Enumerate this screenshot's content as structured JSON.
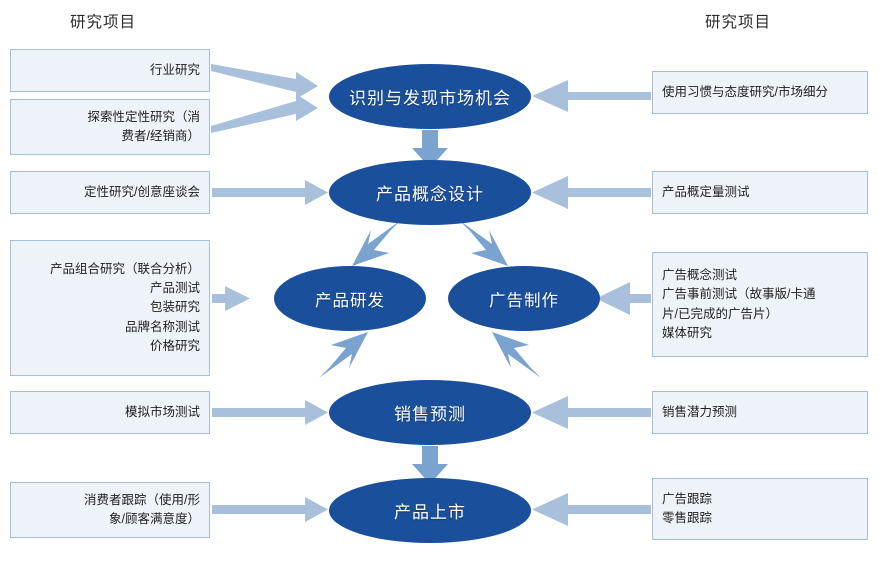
{
  "diagram": {
    "title_left": "研究项目",
    "title_right": "研究项目",
    "colors": {
      "node_fill": "#1a4f9c",
      "node_text": "#ffffff",
      "box_fill": "#eef3fa",
      "box_border": "#a5bfd8",
      "arrow_light": "#a9c0dc",
      "arrow_mid": "#7ba3d0",
      "background": "#ffffff"
    },
    "nodes": [
      {
        "id": "n1",
        "label": "识别与发现市场机会"
      },
      {
        "id": "n2",
        "label": "产品概念设计"
      },
      {
        "id": "n3",
        "label": "产品研发"
      },
      {
        "id": "n4",
        "label": "广告制作"
      },
      {
        "id": "n5",
        "label": "销售预测"
      },
      {
        "id": "n6",
        "label": "产品上市"
      }
    ],
    "left_items": [
      {
        "id": "l1",
        "lines": [
          "行业研究"
        ]
      },
      {
        "id": "l2",
        "lines": [
          "探索性定性研究（消",
          "费者/经销商）"
        ]
      },
      {
        "id": "l3",
        "lines": [
          "定性研究/创意座谈会"
        ]
      },
      {
        "id": "l4",
        "lines": [
          "产品组合研究（联合分析）",
          "产品测试",
          "包装研究",
          "品牌名称测试",
          "价格研究"
        ]
      },
      {
        "id": "l5",
        "lines": [
          "模拟市场测试"
        ]
      },
      {
        "id": "l6",
        "lines": [
          "消费者跟踪（使用/形",
          "象/顾客满意度）"
        ]
      }
    ],
    "right_items": [
      {
        "id": "r1",
        "lines": [
          "使用习惯与态度研究/市场细分"
        ]
      },
      {
        "id": "r2",
        "lines": [
          "产品概定量测试"
        ]
      },
      {
        "id": "r3",
        "lines": [
          "广告概念测试",
          "广告事前测试（故事版/卡通",
          "片/已完成的广告片）",
          "媒体研究"
        ]
      },
      {
        "id": "r4",
        "lines": [
          "销售潜力预测"
        ]
      },
      {
        "id": "r5",
        "lines": [
          "广告跟踪",
          "零售跟踪"
        ]
      }
    ],
    "flow_edges": [
      {
        "from": "n1",
        "to": "n2",
        "kind": "down"
      },
      {
        "from": "n2",
        "to": "n3",
        "kind": "diagonal-left"
      },
      {
        "from": "n2",
        "to": "n4",
        "kind": "diagonal-right"
      },
      {
        "from": "n3",
        "to": "n5",
        "kind": "diagonal-right"
      },
      {
        "from": "n4",
        "to": "n5",
        "kind": "diagonal-left"
      },
      {
        "from": "n5",
        "to": "n6",
        "kind": "down"
      }
    ],
    "feed_edges": [
      {
        "from": "l1",
        "to": "n1",
        "direction": "right"
      },
      {
        "from": "l2",
        "to": "n1",
        "direction": "right"
      },
      {
        "from": "l3",
        "to": "n2",
        "direction": "right"
      },
      {
        "from": "l4",
        "to": "n3",
        "direction": "right"
      },
      {
        "from": "l5",
        "to": "n5",
        "direction": "right"
      },
      {
        "from": "l6",
        "to": "n6",
        "direction": "right"
      },
      {
        "from": "r1",
        "to": "n1",
        "direction": "left"
      },
      {
        "from": "r2",
        "to": "n2",
        "direction": "left"
      },
      {
        "from": "r3",
        "to": "n4",
        "direction": "left"
      },
      {
        "from": "r4",
        "to": "n5",
        "direction": "left"
      },
      {
        "from": "r5",
        "to": "n6",
        "direction": "left"
      }
    ]
  }
}
